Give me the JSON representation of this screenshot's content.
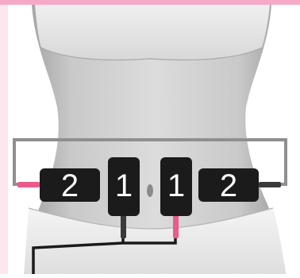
{
  "diagram": {
    "pads": [
      {
        "id": "pad-left-2",
        "label": "2"
      },
      {
        "id": "pad-center-left-1",
        "label": "1"
      },
      {
        "id": "pad-center-right-1",
        "label": "1"
      },
      {
        "id": "pad-right-2",
        "label": "2"
      }
    ]
  },
  "colors": {
    "top_banner": "#f6a9c7",
    "left_stripe": "#fde6ee",
    "skin": "#cfcfcf",
    "pad": "#1b1b1b",
    "wire": "#8f8f8f",
    "wire_dark": "#1a1a1a",
    "connector_pink": "#ea5a8a",
    "connector_dark": "#3a3a3a"
  }
}
